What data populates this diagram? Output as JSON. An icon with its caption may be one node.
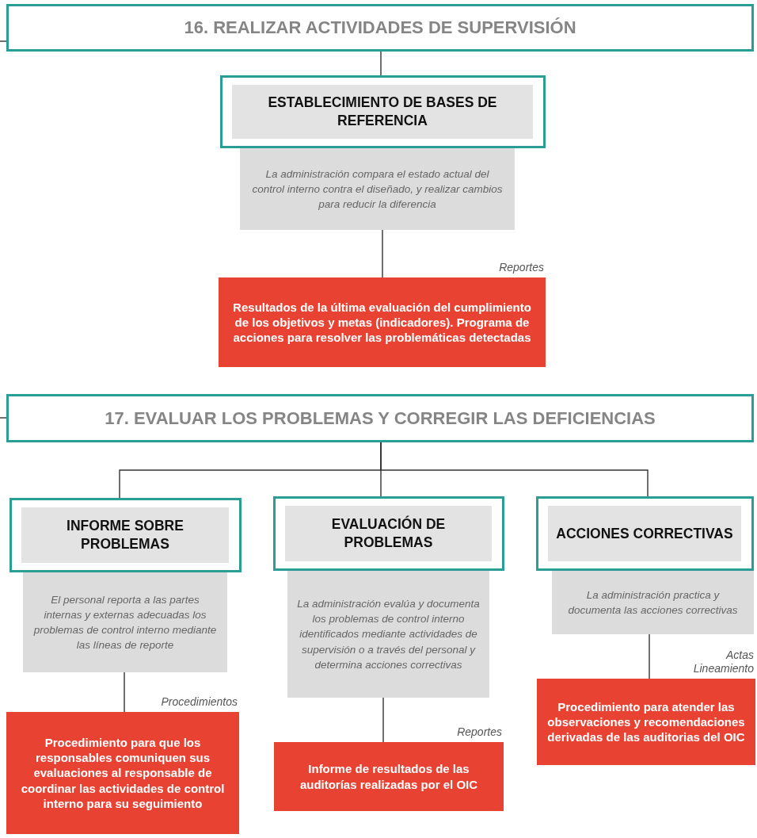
{
  "diagram": {
    "nodes": [
      {
        "text": [
          "16. REALIZAR ACTIVIDADES DE SUPERVISIÓN"
        ]
      },
      {
        "text": [
          "ESTABLECIMIENTO DE BASES DE REFERENCIA"
        ]
      },
      {
        "text": [
          "La administración compara el estado actual del control interno contra el diseñado, y realizar cambios para reducir la diferencia"
        ]
      },
      {
        "text": [
          "Resultados de la última evaluación del cumplimiento de los objetivos y metas (indicadores). Programa de acciones para resolver las problemáticas detectadas"
        ],
        "beside": [
          "Reportes"
        ]
      },
      {
        "text": [
          "17. EVALUAR LOS PROBLEMAS Y CORREGIR LAS DEFICIENCIAS"
        ]
      },
      {
        "text": [
          "INFORME SOBRE PROBLEMAS"
        ]
      },
      {
        "text": [
          "El personal reporta a las partes internas y externas adecuadas los problemas de control interno mediante las líneas de reporte"
        ]
      },
      {
        "text": [
          "Procedimiento para que los responsables comuniquen sus evaluaciones al responsable de coordinar las actividades de control interno para su seguimiento"
        ],
        "beside": [
          "Procedimientos"
        ]
      },
      {
        "text": [
          "EVALUACIÓN DE PROBLEMAS"
        ]
      },
      {
        "text": [
          "La administración evalúa y documenta los problemas de control interno identificados mediante actividades de supervisión o a través del personal y determina acciones correctivas"
        ]
      },
      {
        "text": [
          "Informe de resultados de las auditorías realizadas por el OIC"
        ],
        "beside": [
          "Reportes"
        ]
      },
      {
        "text": [
          "ACCIONES CORRECTIVAS"
        ]
      },
      {
        "text": [
          "La administración practica y documenta las acciones correctivas"
        ]
      },
      {
        "text": [
          "Procedimiento para atender las observaciones y recomendaciones derivadas de las auditorias del OIC"
        ],
        "beside": [
          "Actas",
          "Lineamiento"
        ]
      }
    ],
    "edges": [
      {
        "from": null,
        "to": 0,
        "arrow": "none"
      },
      {
        "from": 0,
        "to": 1,
        "arrow": "none"
      },
      {
        "from": 2,
        "to": 3,
        "arrow": "none"
      },
      {
        "from": null,
        "to": 4,
        "arrow": "none"
      },
      {
        "from": 4,
        "to": 5,
        "arrow": "none"
      },
      {
        "from": 4,
        "to": 8,
        "arrow": "none"
      },
      {
        "from": 4,
        "to": 11,
        "arrow": "none"
      },
      {
        "from": 6,
        "to": 7,
        "arrow": "none"
      },
      {
        "from": 9,
        "to": 10,
        "arrow": "none"
      },
      {
        "from": 12,
        "to": 13,
        "arrow": "none"
      }
    ]
  }
}
